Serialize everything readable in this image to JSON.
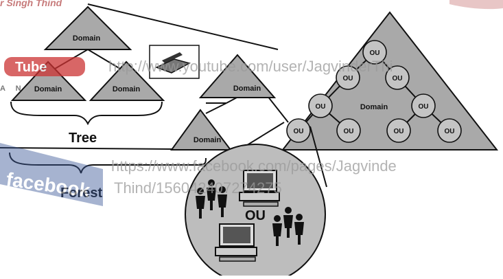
{
  "watermark": {
    "top_banner": "r Singh Thind",
    "side_text": "A N",
    "youtube_logo": "Tube",
    "facebook_logo": "facebook",
    "youtube_url": "http://www.youtube.com/user/JagvinderThi",
    "facebook_url_line1": "https://www.facebook.com/pages/Jagvinde",
    "facebook_url_line2": "Thind/156042407274275"
  },
  "tree": {
    "domain_label": "Domain",
    "tree_label": "Tree",
    "forest_label": "Forest"
  },
  "expanded": {
    "domain_label": "Domain",
    "ou_label": "OU",
    "zoom_label": "OU"
  },
  "icons": [
    "scanner-icon",
    "person-icon",
    "computer-icon"
  ],
  "colors": {
    "triangle_fill": "#a9a9a9",
    "ou_fill": "#c4c4c4",
    "zoom_fill": "#bdbdbd",
    "youtube_red": "#cc3333",
    "facebook_blue": "#3b5998"
  }
}
